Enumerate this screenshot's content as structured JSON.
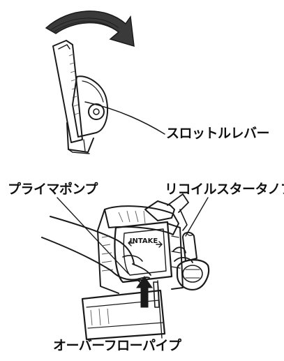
{
  "labels": {
    "throttle_lever": "スロットルレバー",
    "primer_pump": "プライマポンプ",
    "recoil_starter_knob": "リコイルスタータノブ",
    "overflow_pipe": "オーバーフローパイプ",
    "intake_marking": "INTAKE"
  },
  "colors": {
    "ink": "#1a1a1a",
    "hatch": "#555555",
    "background": "#ffffff"
  },
  "icons": {
    "rotation_arrow": "curved-arrow-icon",
    "push_arrow": "up-arrow-icon"
  }
}
